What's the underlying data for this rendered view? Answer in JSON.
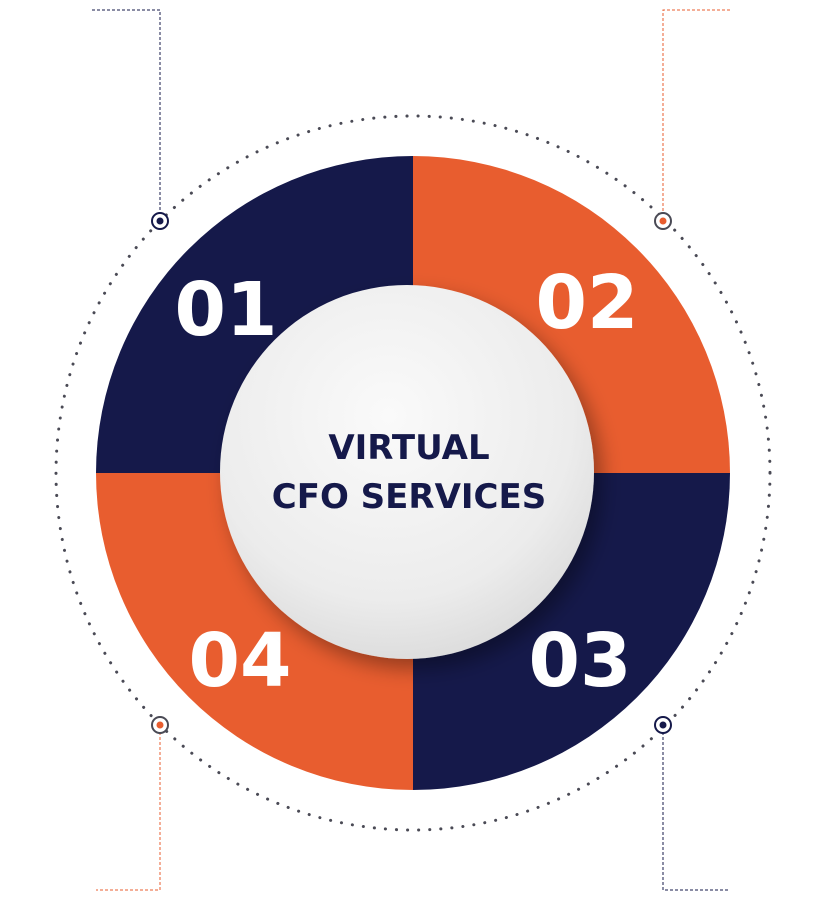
{
  "diagram": {
    "center": {
      "line1": "VIRTUAL",
      "line2": "CFO SERVICES"
    },
    "segments": [
      {
        "id": "01",
        "label": "01",
        "color": "#15194a"
      },
      {
        "id": "02",
        "label": "02",
        "color": "#e85d2f"
      },
      {
        "id": "03",
        "label": "03",
        "color": "#15194a"
      },
      {
        "id": "04",
        "label": "04",
        "color": "#e85d2f"
      }
    ],
    "colors": {
      "navy": "#15194a",
      "orange": "#e85d2f",
      "dots": "#4a4a55",
      "center_fill": "#f2f2f2"
    },
    "connectors": [
      {
        "id": "connector-01",
        "color": "#15194a"
      },
      {
        "id": "connector-02",
        "color": "#e85d2f"
      },
      {
        "id": "connector-03",
        "color": "#15194a"
      },
      {
        "id": "connector-04",
        "color": "#e85d2f"
      }
    ]
  }
}
